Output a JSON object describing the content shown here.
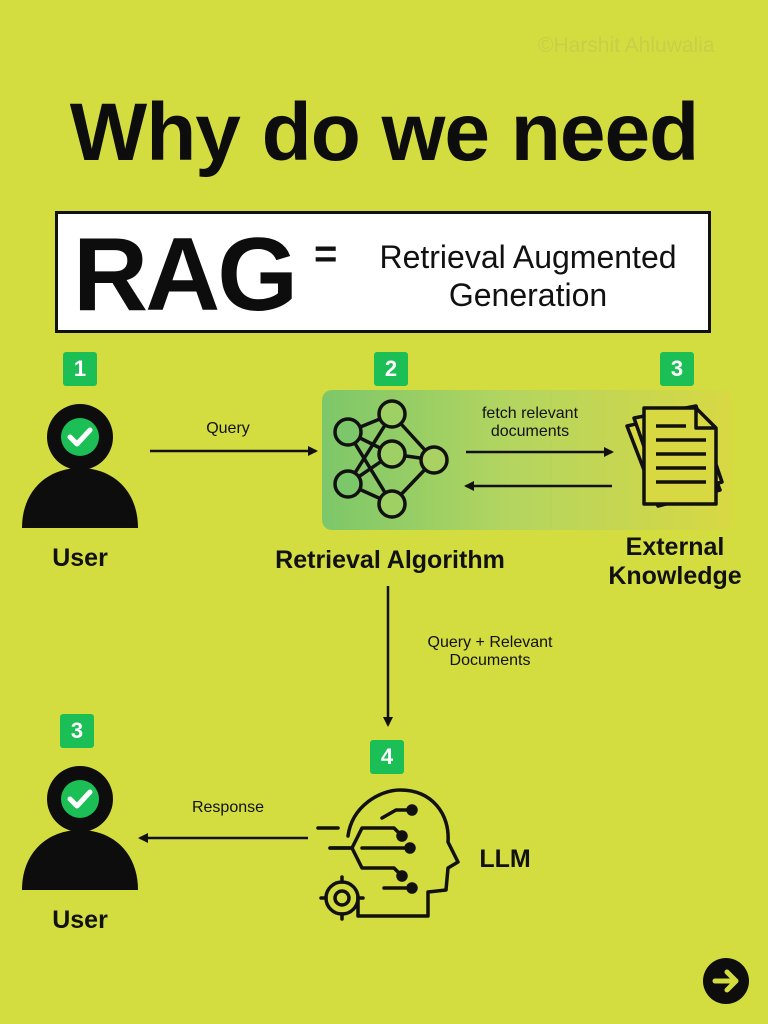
{
  "watermark": "©Harshit Ahluwalia",
  "headline": "Why do we need",
  "definition": {
    "acronym": "RAG",
    "equals": "=",
    "expansion_line1": "Retrieval Augmented",
    "expansion_line2": "Generation"
  },
  "steps": {
    "user": {
      "badge": "1",
      "label": "User"
    },
    "retrieval": {
      "badge": "2",
      "label": "Retrieval Algorithm"
    },
    "knowledge": {
      "badge": "3",
      "label_line1": "External",
      "label_line2": "Knowledge"
    },
    "llm": {
      "badge": "4",
      "label": "LLM"
    },
    "user_return": {
      "badge": "3",
      "label": "User"
    }
  },
  "edges": {
    "query": "Query",
    "fetch_line1": "fetch relevant",
    "fetch_line2": "documents",
    "query_docs_line1": "Query + Relevant",
    "query_docs_line2": "Documents",
    "response": "Response"
  },
  "colors": {
    "background": "#d4dd40",
    "badge": "#1bbf55",
    "check": "#1bbf55",
    "ink": "#0d0d0d"
  },
  "icons": [
    "user-check-icon",
    "neural-network-icon",
    "documents-icon",
    "ai-head-icon",
    "arrow-right-icon"
  ]
}
